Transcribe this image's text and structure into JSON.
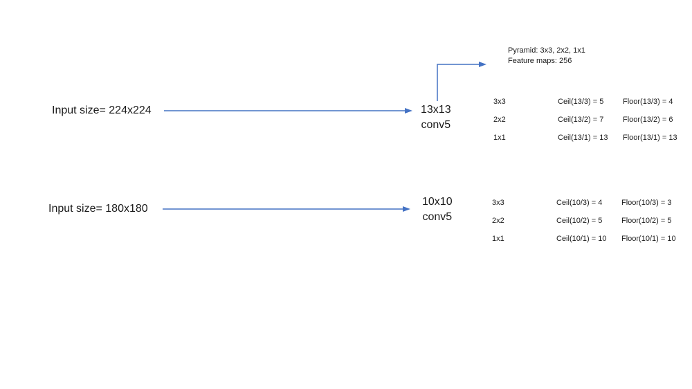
{
  "colors": {
    "arrow": "#4472C4",
    "text": "#1a1a1a",
    "background": "#ffffff"
  },
  "annotation": {
    "line1": "Pyramid: 3x3, 2x2, 1x1",
    "line2": "Feature maps: 256"
  },
  "inputs": [
    {
      "label": "Input size= 224x224"
    },
    {
      "label": "Input size= 180x180"
    }
  ],
  "convs": [
    {
      "size": "13x13",
      "layer": "conv5"
    },
    {
      "size": "10x10",
      "layer": "conv5"
    }
  ],
  "tables": [
    {
      "rows": [
        {
          "pool": "3x3",
          "ceil": "Ceil(13/3) = 5",
          "floor": "Floor(13/3)  = 4"
        },
        {
          "pool": "2x2",
          "ceil": "Ceil(13/2) = 7",
          "floor": "Floor(13/2)  = 6"
        },
        {
          "pool": "1x1",
          "ceil": "Ceil(13/1) = 13",
          "floor": "Floor(13/1)  = 13"
        }
      ]
    },
    {
      "rows": [
        {
          "pool": "3x3",
          "ceil": "Ceil(10/3) = 4",
          "floor": "Floor(10/3)  = 3"
        },
        {
          "pool": "2x2",
          "ceil": "Ceil(10/2) = 5",
          "floor": "Floor(10/2)  = 5"
        },
        {
          "pool": "1x1",
          "ceil": "Ceil(10/1) = 10",
          "floor": "Floor(10/1)  = 10"
        }
      ]
    }
  ]
}
